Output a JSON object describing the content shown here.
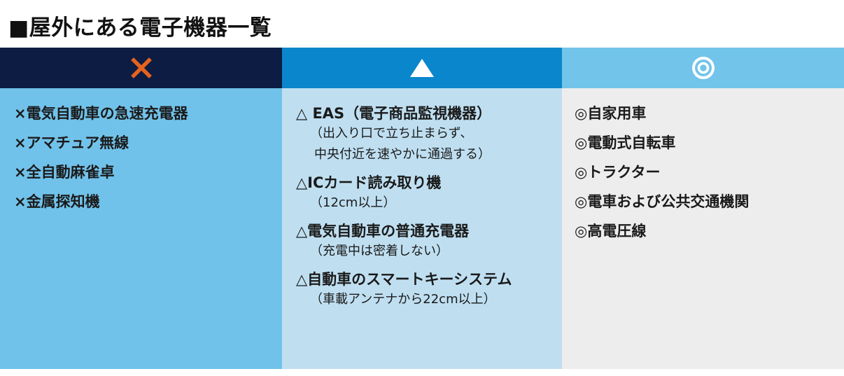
{
  "page": {
    "title": "■屋外にある電子機器一覧"
  },
  "columns": [
    {
      "symbol_icon": "cross-icon",
      "symbol_color": "#e5631d",
      "header_bg": "#0c1c43",
      "body_bg": "#71c2ea",
      "items": [
        {
          "main": "×電気自動車の急速充電器"
        },
        {
          "main": "×アマチュア無線"
        },
        {
          "main": "×全自動麻雀卓"
        },
        {
          "main": "×金属探知機"
        }
      ]
    },
    {
      "symbol_icon": "triangle-icon",
      "symbol_color": "#ffffff",
      "header_bg": "#0a86cc",
      "body_bg": "#bfdff1",
      "items": [
        {
          "main": "△ EAS（電子商品監視機器）",
          "note1": "（出入り口で立ち止まらず、",
          "note2": "中央付近を速やかに通過する）"
        },
        {
          "main": "△ICカード読み取り機",
          "note1": "（12cm以上）"
        },
        {
          "main": "△電気自動車の普通充電器",
          "note1": "（充電中は密着しない）"
        },
        {
          "main": "△自動車のスマートキーシステム",
          "note1": "（車載アンテナから22cm以上）"
        }
      ]
    },
    {
      "symbol_icon": "double-circle-icon",
      "symbol_color": "#ffffff",
      "header_bg": "#72c4ea",
      "body_bg": "#ededed",
      "items": [
        {
          "main": "◎自家用車"
        },
        {
          "main": "◎電動式自転車"
        },
        {
          "main": "◎トラクター"
        },
        {
          "main": "◎電車および公共交通機関"
        },
        {
          "main": "◎高電圧線"
        }
      ]
    }
  ]
}
